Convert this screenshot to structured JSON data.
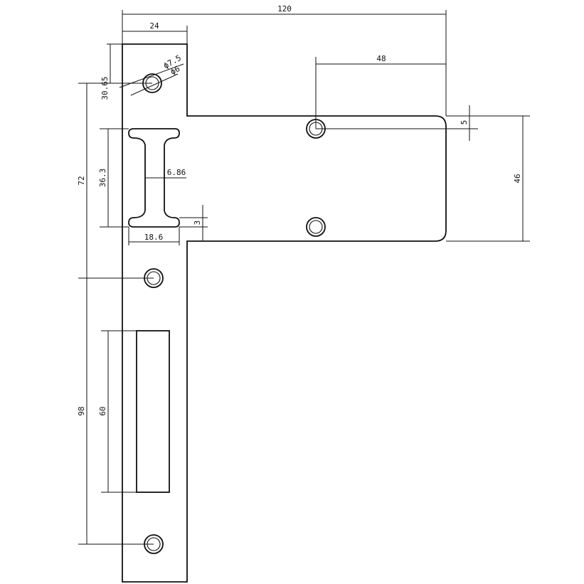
{
  "drawing": {
    "colors": {
      "line": "#111111",
      "background": "#ffffff"
    },
    "dimensions": {
      "overall_width": "120",
      "plate_width": "24",
      "hole_outer_diameter": "ϕ7.5",
      "hole_inner_diameter": "ϕ6",
      "arm_hole_offset": "48",
      "hole_edge_offset": "5",
      "arm_height": "46",
      "top_hole_offset": "30.65",
      "strike_span": "72",
      "i_slot_height": "36.3",
      "i_slot_web": "6.86",
      "i_slot_flange": "3",
      "i_slot_width": "18.6",
      "lower_hole_span": "98",
      "rect_slot_height": "60"
    }
  }
}
